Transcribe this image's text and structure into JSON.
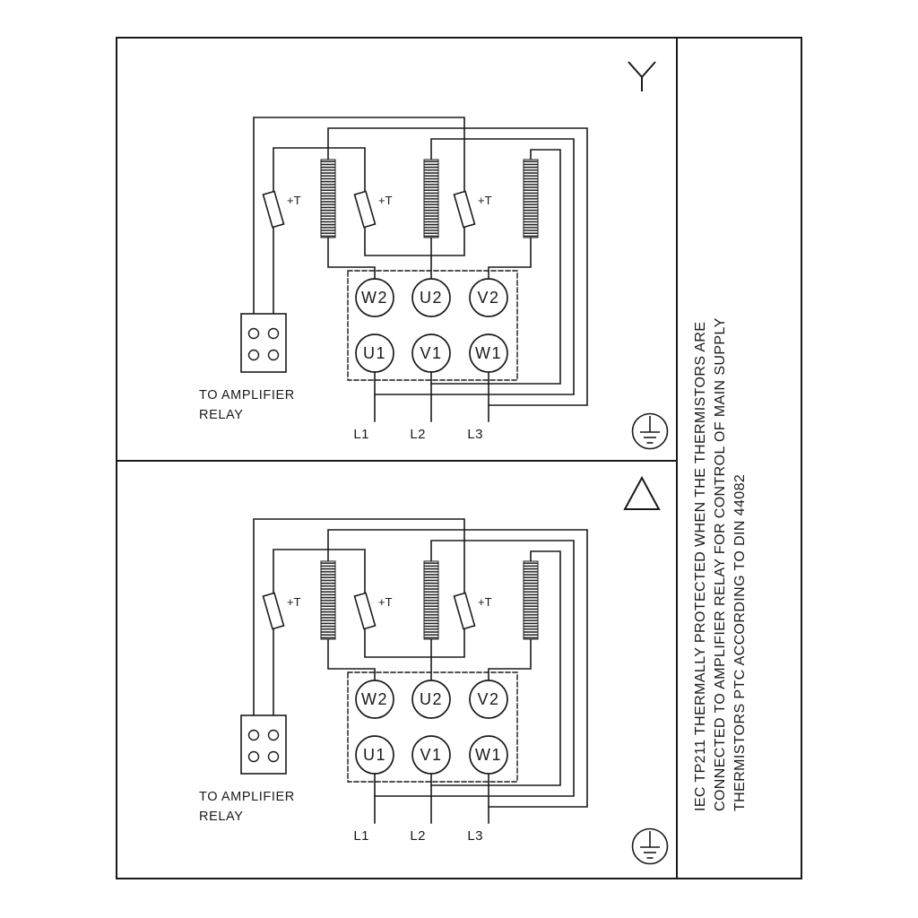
{
  "colors": {
    "line": "#1a1a1a",
    "background": "#ffffff"
  },
  "icons": {
    "star_connection": "wye-icon",
    "delta_connection": "delta-icon",
    "earth": "earth-ground-icon",
    "thermistor": "ptc-thermistor-icon",
    "winding": "motor-winding-icon"
  },
  "side_note": {
    "lines": [
      "IEC TP211 THERMALLY PROTECTED WHEN THE THERMISTORS ARE",
      "CONNECTED TO AMPLIFIER RELAY FOR CONTROL OF MAIN SUPPLY",
      "THERMISTORS PTC ACCORDING TO DIN 44082"
    ]
  },
  "panels": [
    {
      "name": "star",
      "connection_symbol": "wye",
      "thermistor_labels": [
        "+T",
        "+T",
        "+T"
      ],
      "terminals_top": [
        "W2",
        "U2",
        "V2"
      ],
      "terminals_bottom": [
        "U1",
        "V1",
        "W1"
      ],
      "relay_note": [
        "TO AMPLIFIER",
        "RELAY"
      ],
      "supply_labels": [
        "L1",
        "L2",
        "L3"
      ]
    },
    {
      "name": "delta",
      "connection_symbol": "delta",
      "thermistor_labels": [
        "+T",
        "+T",
        "+T"
      ],
      "terminals_top": [
        "W2",
        "U2",
        "V2"
      ],
      "terminals_bottom": [
        "U1",
        "V1",
        "W1"
      ],
      "relay_note": [
        "TO AMPLIFIER",
        "RELAY"
      ],
      "supply_labels": [
        "L1",
        "L2",
        "L3"
      ]
    }
  ]
}
